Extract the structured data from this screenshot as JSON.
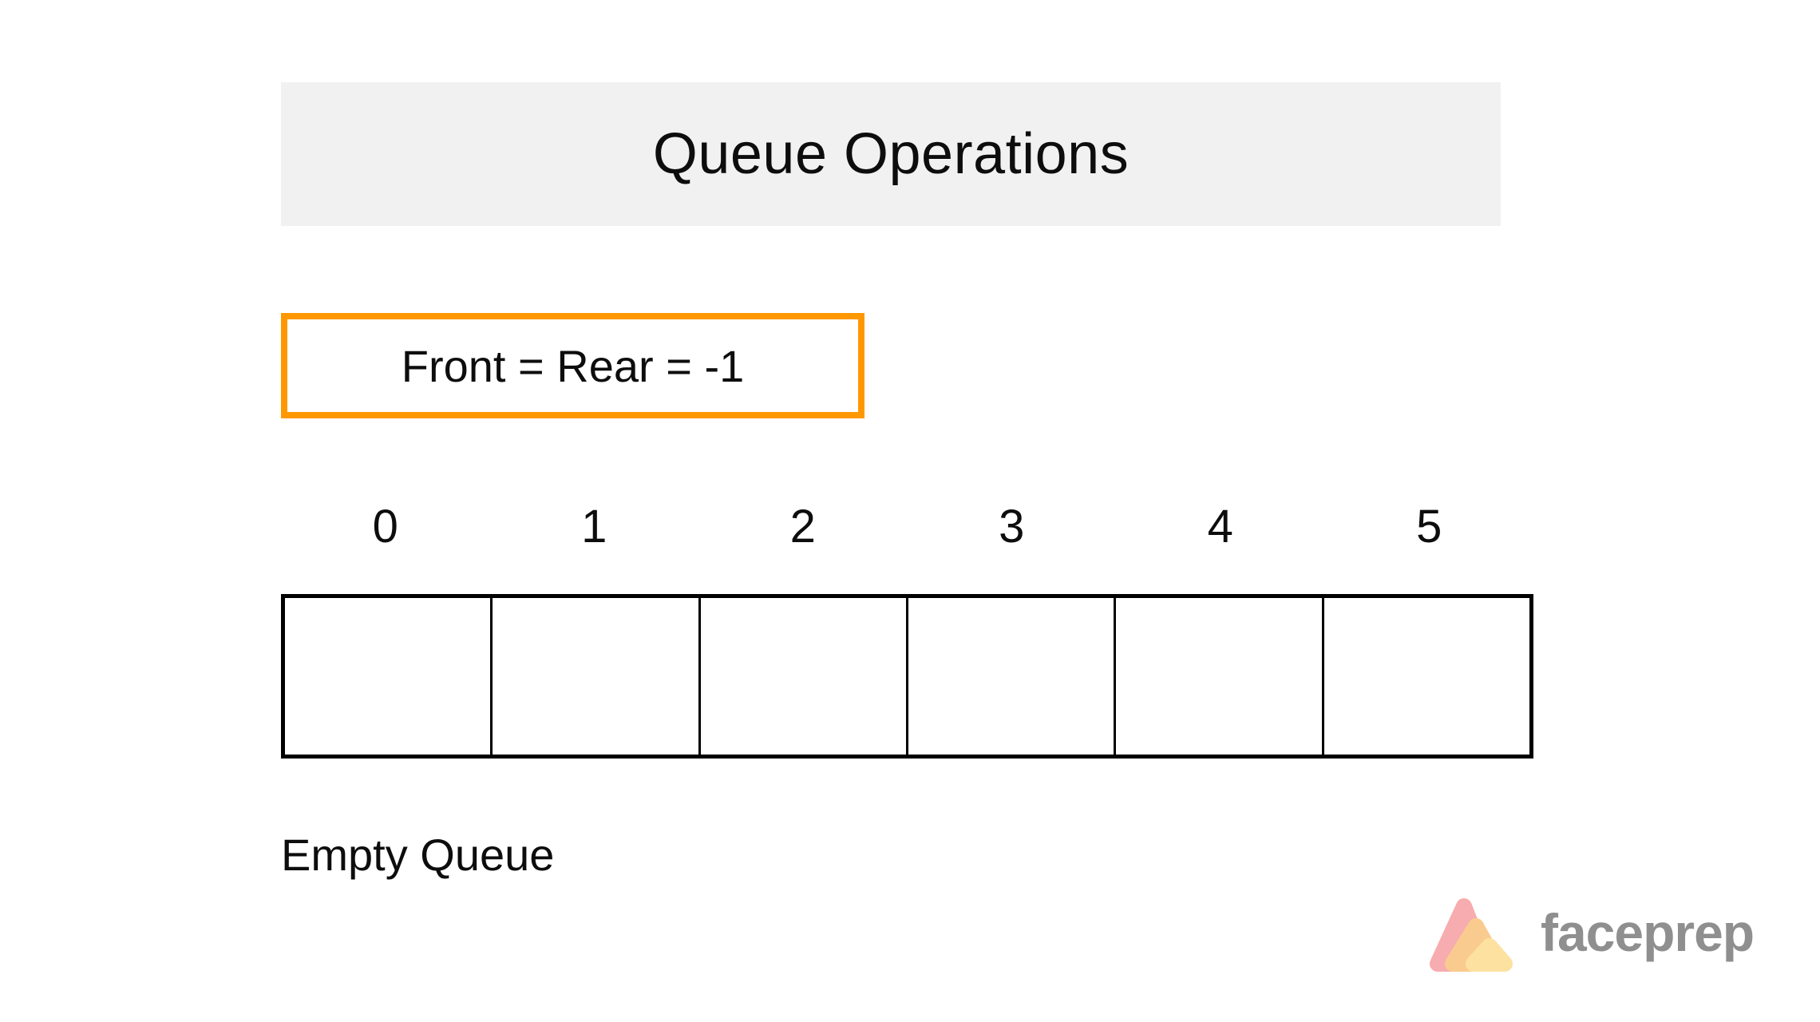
{
  "title": "Queue Operations",
  "variables": {
    "front_rear_label": "Front = Rear = -1"
  },
  "queue": {
    "indices": [
      "0",
      "1",
      "2",
      "3",
      "4",
      "5"
    ],
    "cells": [
      "",
      "",
      "",
      "",
      "",
      ""
    ],
    "caption": "Empty Queue"
  },
  "branding": {
    "name": "faceprep"
  },
  "colors": {
    "accent_orange": "#ff9800",
    "title_background": "#f1f1f1",
    "text_black": "#0d0d0d",
    "cell_border": "#000000",
    "logo_pink": "#f7acaf",
    "logo_peach": "#facb8e",
    "logo_yellow": "#fde1a0",
    "logo_text_gray": "#8f8f8f"
  }
}
